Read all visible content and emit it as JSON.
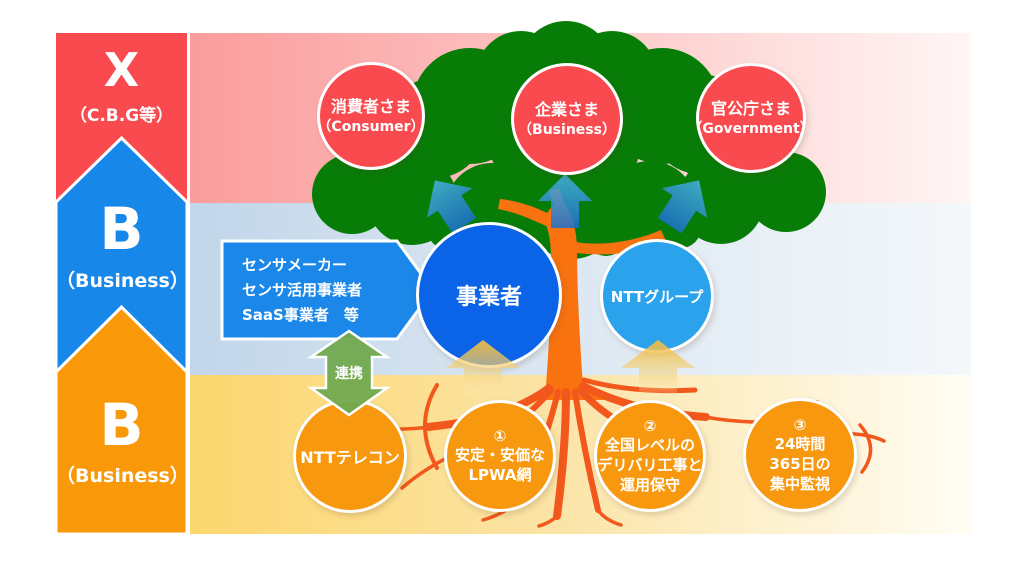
{
  "axis_layers": [
    {
      "id": "x",
      "letter": "X",
      "sub": "（C.B.G等）",
      "color": "#f94b4f"
    },
    {
      "id": "b-middle",
      "letter": "B",
      "sub": "（Business）",
      "color": "#1787ea"
    },
    {
      "id": "b-bottom",
      "letter": "B",
      "sub": "（Business）",
      "color": "#f9990a"
    }
  ],
  "customers": [
    {
      "title": "消費者さま",
      "sub": "（Consumer）"
    },
    {
      "title": "企業さま",
      "sub": "（Business）"
    },
    {
      "title": "官公庁さま",
      "sub": "（Government）"
    }
  ],
  "partners_arrow": {
    "lines": [
      "センサメーカー",
      "センサ活用事業者",
      "SaaS事業者　等"
    ]
  },
  "operator": {
    "label": "事業者"
  },
  "ntt_group": {
    "label": "NTTグループ"
  },
  "link_label": "連携",
  "ntt_telecon": {
    "label": "NTTテレコン"
  },
  "strengths": [
    {
      "num": "①",
      "lines": [
        "安定・安価な",
        "LPWA網"
      ]
    },
    {
      "num": "②",
      "lines": [
        "全国レベルの",
        "デリバリ工事と",
        "運用保守"
      ]
    },
    {
      "num": "③",
      "lines": [
        "24時間",
        "365日の",
        "集中監視"
      ]
    }
  ],
  "colors": {
    "layer_x_red": "#f94b4f",
    "layer_b_blue": "#1787ea",
    "layer_b_orange": "#f9990a",
    "band_pink_left": "#fb9c9c",
    "band_blue_left": "#c2d6ea",
    "band_yellow_left": "#fcd76e",
    "customer_circle_red": "#f94b4f",
    "operator_blue": "#0b63e8",
    "ntt_group_blue": "#2aa2ec",
    "orange_circle": "#f8980e",
    "partner_arrow_blue": "#1b87e9",
    "foliage_green": "#077d07",
    "trunk_orange": "#f97210",
    "root_orange": "#f2581c",
    "link_green": "#73a950",
    "up_arrow_blue": "#2b8ad8",
    "up_arrow_yellow": "#f0b93c"
  }
}
